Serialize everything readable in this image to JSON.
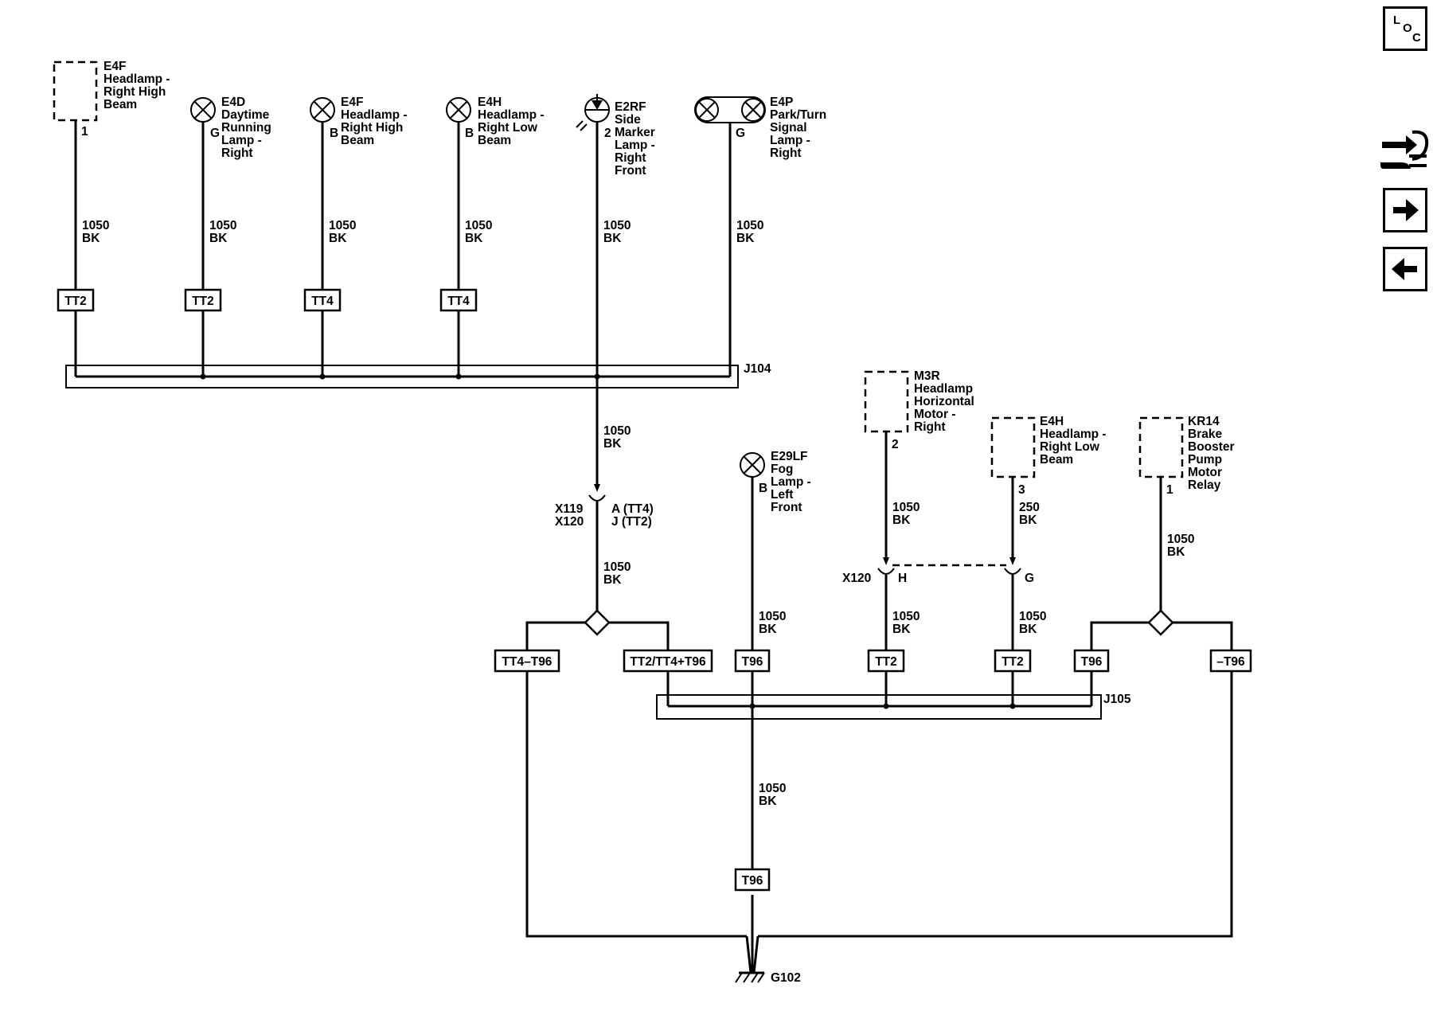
{
  "components": {
    "e4f_high": {
      "ref": "E4F",
      "lines": [
        "Headlamp -",
        "Right High",
        "Beam"
      ],
      "pin": "1"
    },
    "e4d": {
      "ref": "E4D",
      "lines": [
        "Daytime",
        "Running",
        "Lamp -",
        "Right"
      ],
      "pin": "G"
    },
    "e4f_lamp": {
      "ref": "E4F",
      "lines": [
        "Headlamp -",
        "Right High",
        "Beam"
      ],
      "pin": "B"
    },
    "e4h_lamp": {
      "ref": "E4H",
      "lines": [
        "Headlamp -",
        "Right Low",
        "Beam"
      ],
      "pin": "B"
    },
    "e2rf": {
      "ref": "E2RF",
      "lines": [
        "Side",
        "Marker",
        "Lamp -",
        "Right",
        "Front"
      ],
      "pin": "2"
    },
    "e4p": {
      "ref": "E4P",
      "lines": [
        "Park/Turn",
        "Signal",
        "Lamp -",
        "Right"
      ],
      "pin": "G"
    },
    "m3r": {
      "ref": "M3R",
      "lines": [
        "Headlamp",
        "Horizontal",
        "Motor -",
        "Right"
      ],
      "pin": "2"
    },
    "e4h_low": {
      "ref": "E4H",
      "lines": [
        "Headlamp -",
        "Right Low",
        "Beam"
      ],
      "pin": "3"
    },
    "kr14": {
      "ref": "KR14",
      "lines": [
        "Brake",
        "Booster",
        "Pump",
        "Motor",
        "Relay"
      ],
      "pin": "1"
    },
    "e29lf": {
      "ref": "E29LF",
      "lines": [
        "Fog",
        "Lamp -",
        "Left",
        "Front"
      ],
      "pin": "B"
    }
  },
  "wires": {
    "w_e4f_high": [
      "1050",
      "BK"
    ],
    "w_e4d": [
      "1050",
      "BK"
    ],
    "w_e4f_lamp": [
      "1050",
      "BK"
    ],
    "w_e4h_lamp": [
      "1050",
      "BK"
    ],
    "w_e2rf": [
      "1050",
      "BK"
    ],
    "w_e4p": [
      "1050",
      "BK"
    ],
    "w_j104_out": [
      "1050",
      "BK"
    ],
    "w_x119_out": [
      "1050",
      "BK"
    ],
    "w_e29lf": [
      "1050",
      "BK"
    ],
    "w_m3r": [
      "1050",
      "BK"
    ],
    "w_e4h_low": [
      "250",
      "BK"
    ],
    "w_x120h_out": [
      "1050",
      "BK"
    ],
    "w_x120g_out": [
      "1050",
      "BK"
    ],
    "w_kr14": [
      "1050",
      "BK"
    ],
    "w_j105_out": [
      "1050",
      "BK"
    ]
  },
  "option_tags": {
    "o1": "TT2",
    "o2": "TT2",
    "o3": "TT4",
    "o4": "TT4",
    "o5": "TT4–T96",
    "o6": "TT2/TT4+T96",
    "o7": "T96",
    "o8": "TT2",
    "o9": "TT2",
    "o10": "T96",
    "o11": "–T96",
    "o12": "T96"
  },
  "splice_packs": {
    "j104": "J104",
    "j105": "J105"
  },
  "connectors": {
    "x119_name": "X119",
    "x120_name": "X120",
    "x119_pin": "A (TT4)",
    "x120_pin": "J (TT2)",
    "x120_motor": "X120",
    "x120_h": "H",
    "x120_g": "G"
  },
  "ground": {
    "label": "G102"
  },
  "nav": {
    "loc_l": "L",
    "loc_o": "O",
    "loc_c": "C"
  }
}
